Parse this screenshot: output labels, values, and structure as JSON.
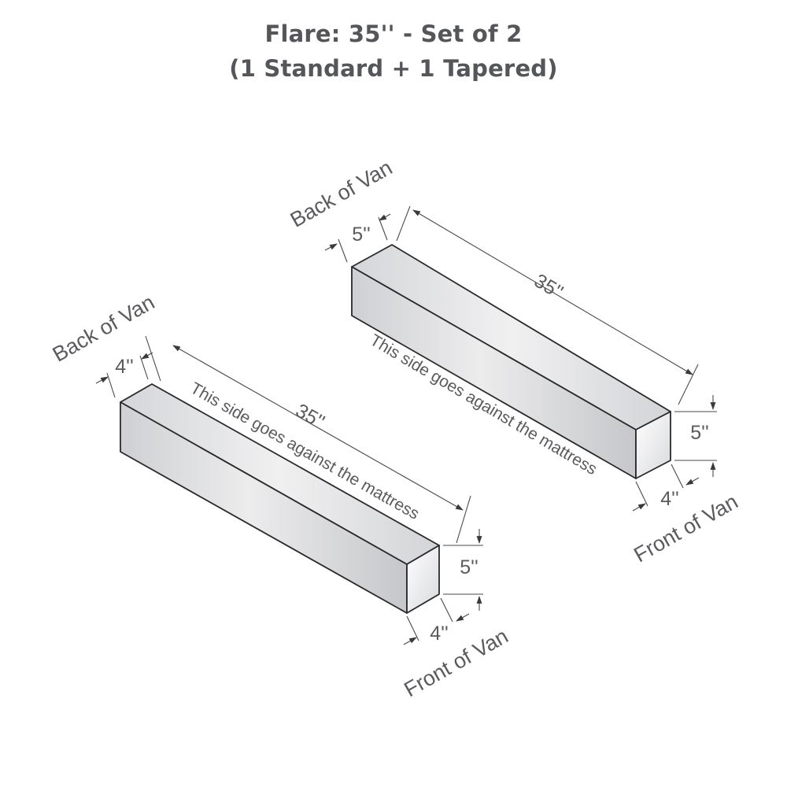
{
  "title": {
    "line1": "Flare:  35'' - Set of 2",
    "line2": "(1 Standard + 1 Tapered)"
  },
  "pieces": {
    "standard": {
      "back_label": "Back of Van",
      "front_label": "Front of Van",
      "length_label": "35''",
      "back_width_label": "4''",
      "front_height_label": "5''",
      "front_width_label": "4''",
      "side_note": "This side goes against the mattress"
    },
    "tapered": {
      "back_label": "Back of Van",
      "front_label": "Front of Van",
      "length_label": "35''",
      "back_width_label": "5''",
      "front_height_label": "5''",
      "front_width_label": "4''",
      "side_note": "This side goes against the mattress"
    }
  },
  "colors": {
    "title": "#55565a",
    "label": "#5a5b5f",
    "edge": "#2a2a2a",
    "face_light": "#f2f2f3",
    "face_dark": "#c4c5c8"
  }
}
